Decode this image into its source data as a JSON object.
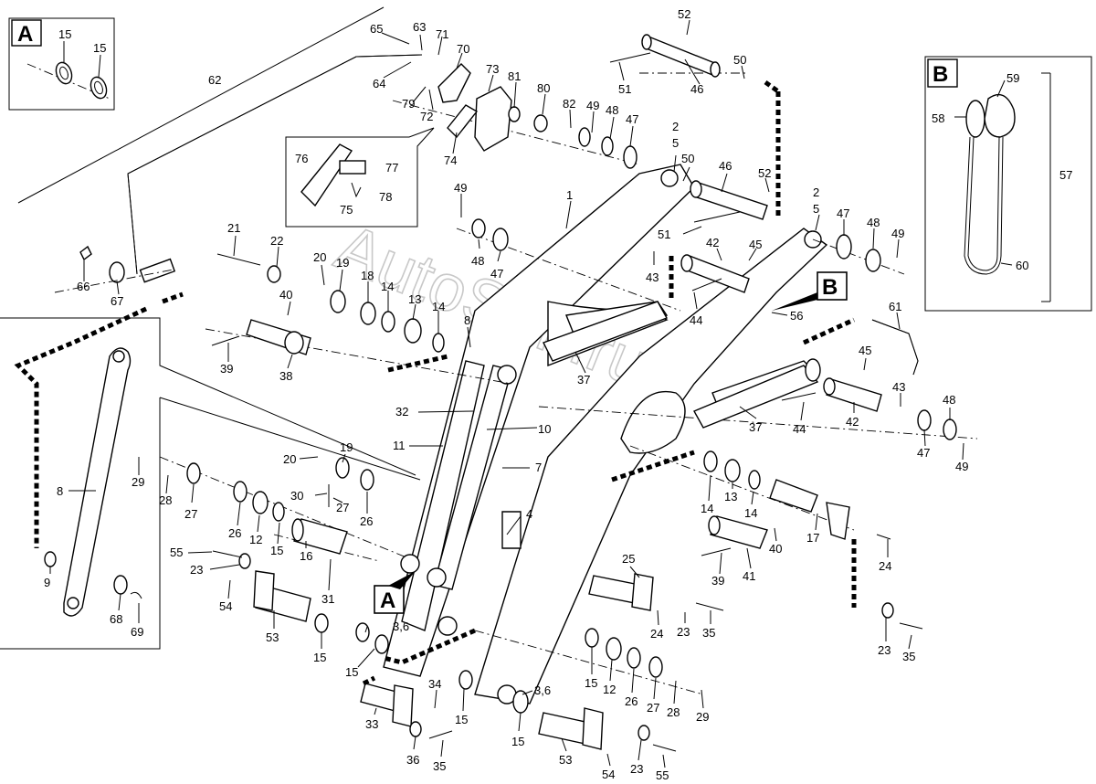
{
  "watermark": "AutoSoft.ru",
  "insets": {
    "A": {
      "label": "A",
      "parts": [
        "15",
        "15"
      ]
    },
    "B": {
      "label": "B",
      "parts": [
        "59",
        "58",
        "57",
        "60"
      ]
    }
  },
  "callouts": {
    "A": "A",
    "B": "B"
  },
  "part_labels": [
    {
      "id": "p52a",
      "text": "52"
    },
    {
      "id": "p50a",
      "text": "50"
    },
    {
      "id": "p51a",
      "text": "51"
    },
    {
      "id": "p46a",
      "text": "46"
    },
    {
      "id": "p65",
      "text": "65"
    },
    {
      "id": "p63",
      "text": "63"
    },
    {
      "id": "p71",
      "text": "71"
    },
    {
      "id": "p70",
      "text": "70"
    },
    {
      "id": "p62",
      "text": "62"
    },
    {
      "id": "p64",
      "text": "64"
    },
    {
      "id": "p79",
      "text": "79"
    },
    {
      "id": "p72",
      "text": "72"
    },
    {
      "id": "p73",
      "text": "73"
    },
    {
      "id": "p81",
      "text": "81"
    },
    {
      "id": "p80",
      "text": "80"
    },
    {
      "id": "p82",
      "text": "82"
    },
    {
      "id": "p49a",
      "text": "49"
    },
    {
      "id": "p48a",
      "text": "48"
    },
    {
      "id": "p47a",
      "text": "47"
    },
    {
      "id": "p74",
      "text": "74"
    },
    {
      "id": "p2a",
      "text": "2"
    },
    {
      "id": "p5a",
      "text": "5"
    },
    {
      "id": "p50b",
      "text": "50"
    },
    {
      "id": "p46b",
      "text": "46"
    },
    {
      "id": "p52b",
      "text": "52"
    },
    {
      "id": "p76",
      "text": "76"
    },
    {
      "id": "p77",
      "text": "77"
    },
    {
      "id": "p78",
      "text": "78"
    },
    {
      "id": "p75",
      "text": "75"
    },
    {
      "id": "p2b",
      "text": "2"
    },
    {
      "id": "p5b",
      "text": "5"
    },
    {
      "id": "p47b",
      "text": "47"
    },
    {
      "id": "p48b",
      "text": "48"
    },
    {
      "id": "p49b",
      "text": "49"
    },
    {
      "id": "p1",
      "text": "1"
    },
    {
      "id": "p49c",
      "text": "49"
    },
    {
      "id": "p48c",
      "text": "48"
    },
    {
      "id": "p47c",
      "text": "47"
    },
    {
      "id": "p51b",
      "text": "51"
    },
    {
      "id": "p42a",
      "text": "42"
    },
    {
      "id": "p45a",
      "text": "45"
    },
    {
      "id": "p43a",
      "text": "43"
    },
    {
      "id": "p44a",
      "text": "44"
    },
    {
      "id": "p21",
      "text": "21"
    },
    {
      "id": "p22",
      "text": "22"
    },
    {
      "id": "p20a",
      "text": "20"
    },
    {
      "id": "p19",
      "text": "19"
    },
    {
      "id": "p18",
      "text": "18"
    },
    {
      "id": "p14a",
      "text": "14"
    },
    {
      "id": "p40a",
      "text": "40"
    },
    {
      "id": "p13a",
      "text": "13"
    },
    {
      "id": "p14b",
      "text": "14"
    },
    {
      "id": "p8a",
      "text": "8"
    },
    {
      "id": "p66",
      "text": "66"
    },
    {
      "id": "p67",
      "text": "67"
    },
    {
      "id": "p56",
      "text": "56"
    },
    {
      "id": "p61",
      "text": "61"
    },
    {
      "id": "p39a",
      "text": "39"
    },
    {
      "id": "p38",
      "text": "38"
    },
    {
      "id": "p37a",
      "text": "37"
    },
    {
      "id": "p45b",
      "text": "45"
    },
    {
      "id": "p43b",
      "text": "43"
    },
    {
      "id": "p32",
      "text": "32"
    },
    {
      "id": "p10",
      "text": "10"
    },
    {
      "id": "p11",
      "text": "11"
    },
    {
      "id": "p44b",
      "text": "44"
    },
    {
      "id": "p42b",
      "text": "42"
    },
    {
      "id": "p37b",
      "text": "37"
    },
    {
      "id": "p48d",
      "text": "48"
    },
    {
      "id": "p47d",
      "text": "47"
    },
    {
      "id": "p49d",
      "text": "49"
    },
    {
      "id": "p8b",
      "text": "8"
    },
    {
      "id": "p29a",
      "text": "29"
    },
    {
      "id": "p28a",
      "text": "28"
    },
    {
      "id": "p27a",
      "text": "27"
    },
    {
      "id": "p20b",
      "text": "20"
    },
    {
      "id": "p19b",
      "text": "19"
    },
    {
      "id": "p7",
      "text": "7"
    },
    {
      "id": "p30",
      "text": "30"
    },
    {
      "id": "p27b",
      "text": "27"
    },
    {
      "id": "p26a",
      "text": "26"
    },
    {
      "id": "p26b",
      "text": "26"
    },
    {
      "id": "p12a",
      "text": "12"
    },
    {
      "id": "p15a",
      "text": "15"
    },
    {
      "id": "p16",
      "text": "16"
    },
    {
      "id": "p4",
      "text": "4"
    },
    {
      "id": "p14c",
      "text": "14"
    },
    {
      "id": "p13b",
      "text": "13"
    },
    {
      "id": "p14d",
      "text": "14"
    },
    {
      "id": "p17",
      "text": "17"
    },
    {
      "id": "p24a",
      "text": "24"
    },
    {
      "id": "p9",
      "text": "9"
    },
    {
      "id": "p55a",
      "text": "55"
    },
    {
      "id": "p23a",
      "text": "23"
    },
    {
      "id": "p54a",
      "text": "54"
    },
    {
      "id": "p31",
      "text": "31"
    },
    {
      "id": "p40b",
      "text": "40"
    },
    {
      "id": "p39b",
      "text": "39"
    },
    {
      "id": "p41",
      "text": "41"
    },
    {
      "id": "p25",
      "text": "25"
    },
    {
      "id": "p68",
      "text": "68"
    },
    {
      "id": "p69",
      "text": "69"
    },
    {
      "id": "p53a",
      "text": "53"
    },
    {
      "id": "p15b",
      "text": "15"
    },
    {
      "id": "p36a",
      "text": "3,6"
    },
    {
      "id": "p24b",
      "text": "24"
    },
    {
      "id": "p23b",
      "text": "23"
    },
    {
      "id": "p35a",
      "text": "35"
    },
    {
      "id": "p15c",
      "text": "15"
    },
    {
      "id": "p23c",
      "text": "23"
    },
    {
      "id": "p35b",
      "text": "35"
    },
    {
      "id": "p34",
      "text": "34"
    },
    {
      "id": "p15d",
      "text": "15"
    },
    {
      "id": "p12b",
      "text": "12"
    },
    {
      "id": "p26c",
      "text": "26"
    },
    {
      "id": "p27c",
      "text": "27"
    },
    {
      "id": "p28b",
      "text": "28"
    },
    {
      "id": "p36b",
      "text": "3,6"
    },
    {
      "id": "p33",
      "text": "33"
    },
    {
      "id": "p15e",
      "text": "15"
    },
    {
      "id": "p29b",
      "text": "29"
    },
    {
      "id": "p15f",
      "text": "15"
    },
    {
      "id": "p36",
      "text": "36"
    },
    {
      "id": "p35c",
      "text": "35"
    },
    {
      "id": "p53b",
      "text": "53"
    },
    {
      "id": "p23d",
      "text": "23"
    },
    {
      "id": "p54b",
      "text": "54"
    },
    {
      "id": "p55b",
      "text": "55"
    }
  ]
}
